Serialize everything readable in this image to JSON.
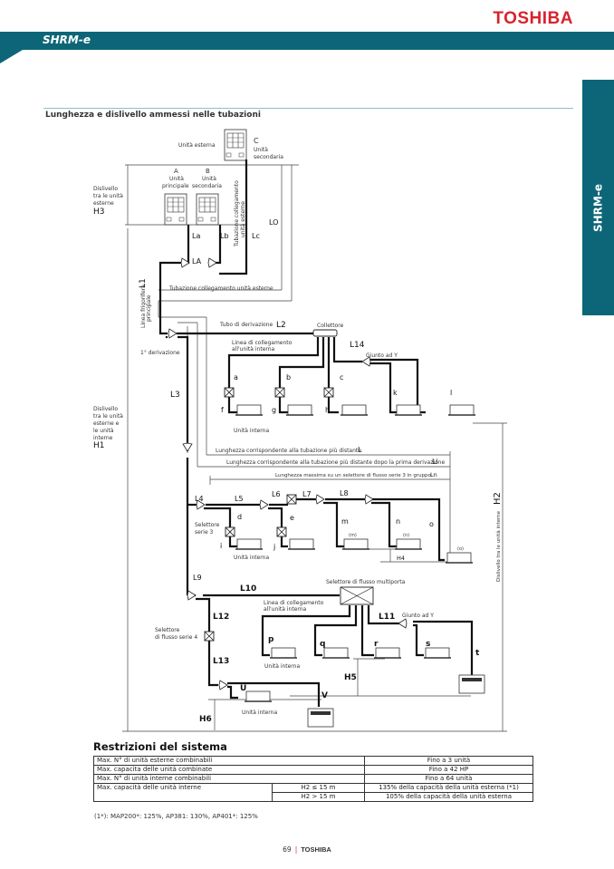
{
  "header": {
    "brand": "TOSHIBA",
    "product": "SHRM-e",
    "side_tab": "SHRM-e",
    "accent_color": "#0d6678",
    "brand_color": "#d7232e"
  },
  "section": {
    "title": "Lunghezza e dislivello ammessi nelle tubazioni"
  },
  "diagram": {
    "outdoor_unit_label": "Unità esterna",
    "unit_a": {
      "letter": "A",
      "line1": "Unità",
      "line2": "principale"
    },
    "unit_b": {
      "letter": "B",
      "line1": "Unità",
      "line2": "secondaria"
    },
    "unit_c": {
      "letter": "C",
      "line1": "Unità",
      "line2": "secondaria"
    },
    "h3_label": [
      "Dislivello",
      "tra le unità",
      "esterne"
    ],
    "h3": "H3",
    "outdoor_link_vertical": [
      "Tubazione collegamento",
      "unità esterne"
    ],
    "lo": "LO",
    "la": "La",
    "lb": "Lb",
    "lc": "Lc",
    "la_cap": "LA",
    "outdoor_link": "Tubazione collegamento unità esterne",
    "main_line": [
      "Linea frigorifera",
      "principale"
    ],
    "l1": "L1",
    "branch_pipe": "Tubo di derivazione",
    "l2": "L2",
    "collector": "Collettore",
    "first_branch": "1° derivazione",
    "indoor_link": [
      "Linea di collegamento",
      "all'unità interna"
    ],
    "l14": "L14",
    "y_joint": "Giunto ad Y",
    "l3": "L3",
    "h1_label": [
      "Dislivello",
      "tra le unità",
      "esterne e",
      "le unità",
      "interne"
    ],
    "h1": "H1",
    "indoor_unit": "Unità interna",
    "letters_top": [
      "a",
      "b",
      "c",
      "f",
      "g",
      "h",
      "k",
      "l"
    ],
    "dim_l": "Lunghezza corrispondente alla tubazione più distante",
    "dim_l_sym": "L",
    "dim_li": "Lunghezza corrispondente alla tubazione più distante dopo la prima derivazione",
    "dim_li_sym": "Li",
    "dim_ln": "Lunghezza massima su un selettore di flusso serie 3 in gruppo",
    "dim_ln_sym": "Ln",
    "l4": "L4",
    "l5": "L5",
    "l6": "L6",
    "l7": "L7",
    "l8": "L8",
    "letters_mid": [
      "d",
      "e",
      "i",
      "j",
      "m",
      "n",
      "o"
    ],
    "unit_m": "(m)",
    "unit_n": "(n)",
    "unit_o": "(o)",
    "selector3": [
      "Selettore",
      "serie 3"
    ],
    "h4": "H4",
    "h2_label": "Dislivello tra le unità interne",
    "h2": "H2",
    "l9": "L9",
    "l10": "L10",
    "multiport": "Selettore di flusso multiporta",
    "l11": "L11",
    "l12": "L12",
    "l13": "L13",
    "selector4": [
      "Selettore",
      "di flusso serie 4"
    ],
    "letters_bottom": [
      "p",
      "q",
      "r",
      "s",
      "t",
      "U",
      "V"
    ],
    "h5": "H5",
    "h6": "H6"
  },
  "restrictions": {
    "title": "Restrizioni del sistema",
    "rows": [
      {
        "label": "Max. N° di unità esterne combinabili",
        "value": "Fino a 3 unità"
      },
      {
        "label": "Max. capacita delle unità combinate",
        "value": "Fino a 42 HP"
      },
      {
        "label": "Max. N° di unità interne combinabili",
        "value": "Fino a 64 unità"
      }
    ],
    "capacity_label": "Max. capacità delle unità interne",
    "capacity_rows": [
      {
        "condition": "H2 ≤ 15 m",
        "value": "135% della capacità della unità esterna (*1)"
      },
      {
        "condition": "H2 > 15 m",
        "value": "105% della capacità della unità esterna"
      }
    ],
    "footnote": "(1*): MAP200*: 125%, AP381: 130%, AP401*: 125%"
  },
  "footer": {
    "page": "69",
    "brand": "TOSHIBA"
  }
}
